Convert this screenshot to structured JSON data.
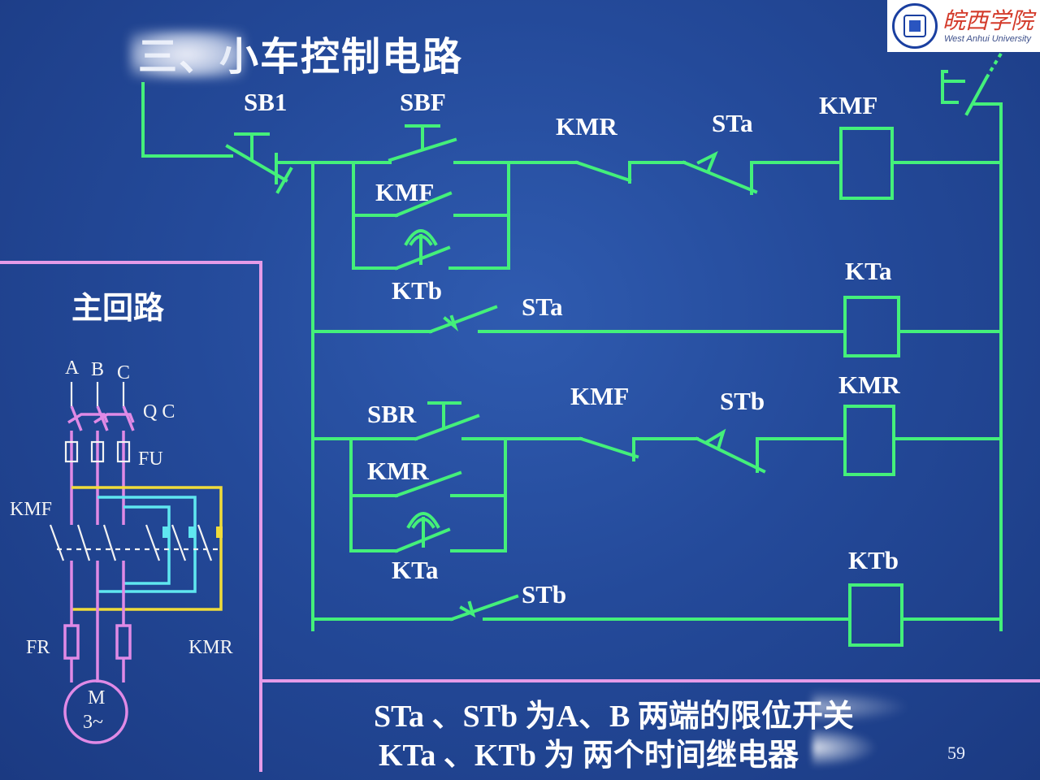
{
  "title": "三、小车控制电路",
  "logo": {
    "name_cn": "皖西学院",
    "name_en": "West Anhui University"
  },
  "main_circuit_heading": "主回路",
  "control_labels": {
    "sb1": "SB1",
    "sbf": "SBF",
    "kmr_contact_1": "KMR",
    "sta_nc_1": "STa",
    "kmf_coil": "KMF",
    "kmf_hold": "KMF",
    "ktb_contact": "KTb",
    "sta_no": "STa",
    "kta_coil": "KTa",
    "sbr": "SBR",
    "kmf_contact_2": "KMF",
    "stb_nc": "STb",
    "kmr_coil": "KMR",
    "kmr_hold": "KMR",
    "kta_contact": "KTa",
    "stb_no": "STb",
    "ktb_coil": "KTb"
  },
  "main_labels": {
    "phase_a": "A",
    "phase_b": "B",
    "phase_c": "C",
    "qc": "Q C",
    "fu": "FU",
    "kmf": "KMF",
    "fr": "FR",
    "kmr": "KMR",
    "motor": "M",
    "motor_phase": "3~"
  },
  "notes": {
    "line1": "STa 、STb 为A、B 两端的限位开关",
    "line2": "KTa 、KTb 为 两个时间继电器"
  },
  "page_number": "59",
  "colors": {
    "background": "#244a9a",
    "control_wire": "#44f07a",
    "frame": "#e59be8",
    "phase_wire": "#e08ae6",
    "kmr_wire_cyan": "#5fe7f0",
    "kmr_wire_yellow": "#f0dc3a"
  }
}
